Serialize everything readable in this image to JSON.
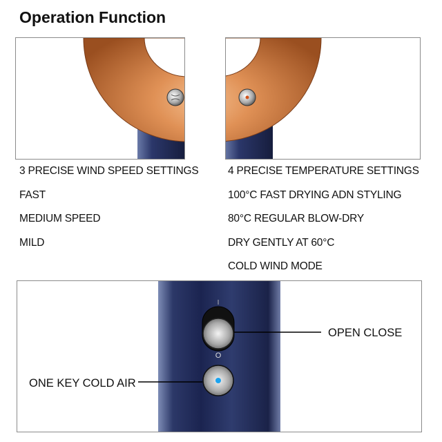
{
  "title": "Operation Function",
  "wind_speed": {
    "heading": "3 PRECISE WIND SPEED SETTINGS",
    "items": [
      "FAST",
      "MEDIUM SPEED",
      "MILD"
    ]
  },
  "temperature": {
    "heading": "4 PRECISE TEMPERATURE SETTINGS",
    "items": [
      "100°C FAST DRYING ADN STYLING",
      "80°C REGULAR BLOW-DRY",
      "DRY GENTLY AT 60°C",
      "COLD WIND MODE"
    ]
  },
  "callouts": {
    "power": "OPEN CLOSE",
    "cold_air": "ONE KEY COLD AIR",
    "switch_on_mark": "I",
    "switch_off_mark": "O"
  },
  "colors": {
    "copper": "#d9874a",
    "navy": "#27325a",
    "indicator_blue": "#1aa3f0"
  }
}
